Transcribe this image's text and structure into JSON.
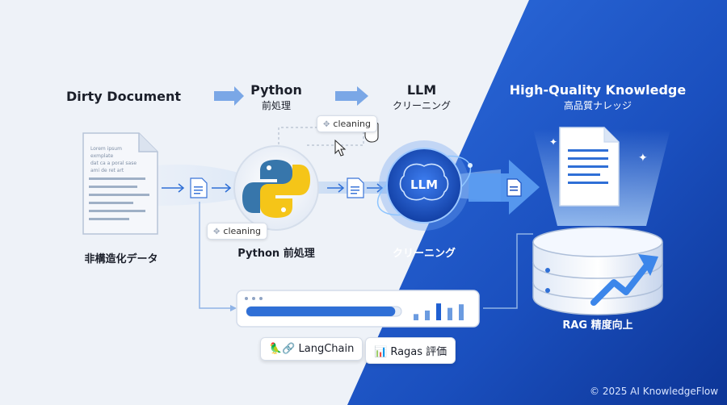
{
  "headers": {
    "dirty": "Dirty Document",
    "python_title": "Python",
    "python_sub": "前処理",
    "llm_title": "LLM",
    "llm_sub": "クリーニング",
    "hq_title": "High-Quality Knowledge",
    "hq_sub": "高品質ナレッジ"
  },
  "labels": {
    "unstructured": "非構造化データ",
    "python_process": "Python 前処理",
    "cleaning_jp": "クリーニング",
    "rag": "RAG 精度向上"
  },
  "chips": {
    "cleaning_top": "cleaning",
    "cleaning_left": "cleaning"
  },
  "llm_badge": "LLM",
  "document_lines": [
    "Lorem ipsum",
    "exmplate",
    "dat ca a poral sase",
    "ami de ret art"
  ],
  "tools": {
    "langchain": "LangChain",
    "ragas": "Ragas 評価"
  },
  "footer": "© 2025 AI KnowledgeFlow",
  "progress": {
    "fraction": 0.96,
    "bars": [
      0.35,
      0.55,
      0.95,
      0.7,
      0.9
    ]
  },
  "colors": {
    "accent": "#1f5fd1",
    "dark_blue": "#0d3fa0",
    "light_bg": "#eef2f8"
  }
}
